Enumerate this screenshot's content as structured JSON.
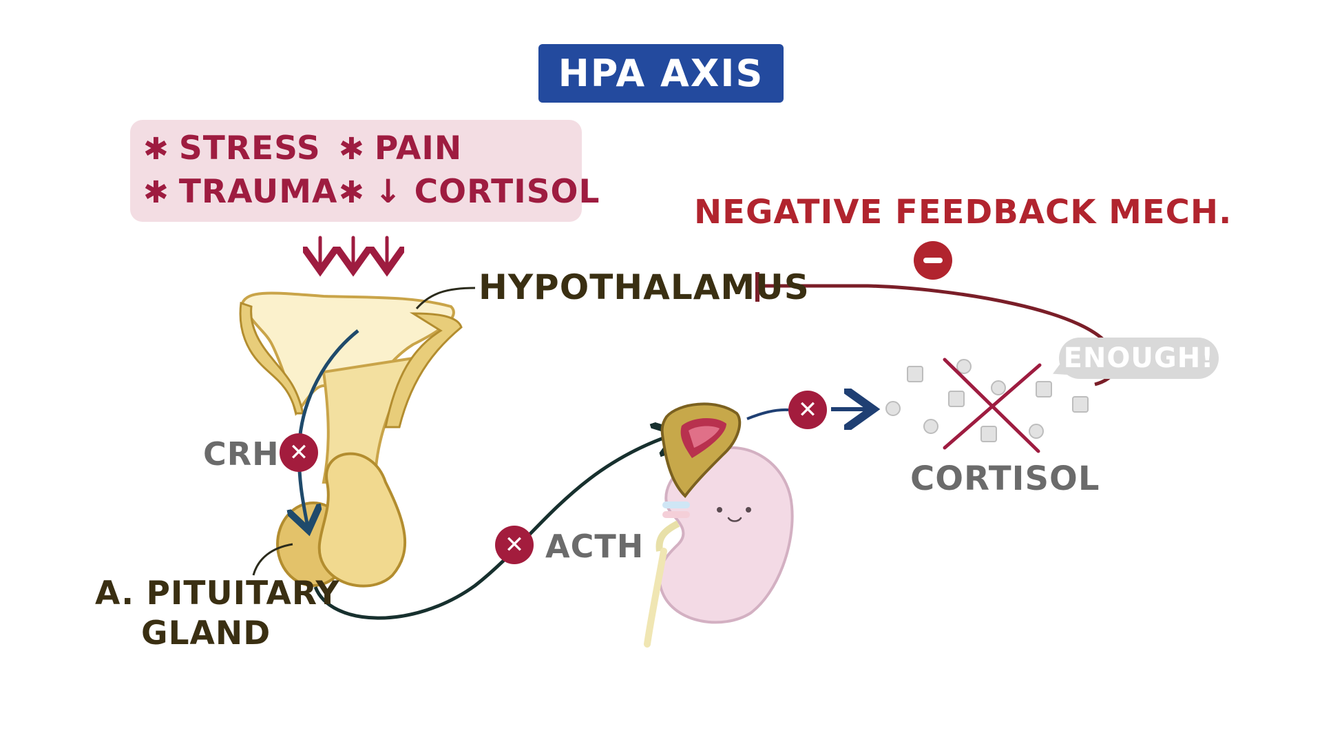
{
  "title": "HPA AXIS",
  "triggers": [
    {
      "label": "STRESS"
    },
    {
      "label": "PAIN"
    },
    {
      "label": "TRAUMA"
    },
    {
      "label": "↓ CORTISOL"
    }
  ],
  "trigger_bullet": "✱",
  "labels": {
    "hypothalamus": "HYPOTHALAMUS",
    "pituitary_line1": "A. PITUITARY",
    "pituitary_line2": "GLAND",
    "crh": "CRH",
    "acth": "ACTH",
    "cortisol": "CORTISOL",
    "feedback": "NEGATIVE FEEDBACK MECH.",
    "enough": "ENOUGH!",
    "minus_sign": "−",
    "block_mark": "✕"
  },
  "colors": {
    "title_bg": "#234a9e",
    "trigger_bg": "#f3dde3",
    "trigger_text": "#9e1c40",
    "block_marker": "#a31c3d",
    "arrow_blue": "#1f4a6b",
    "arrow_dark": "#1e3a3a",
    "feedback_line": "#7a1e28",
    "feedback_text": "#b1242e",
    "gland": "#e9d08a",
    "kidney": "#f0d7e3"
  }
}
